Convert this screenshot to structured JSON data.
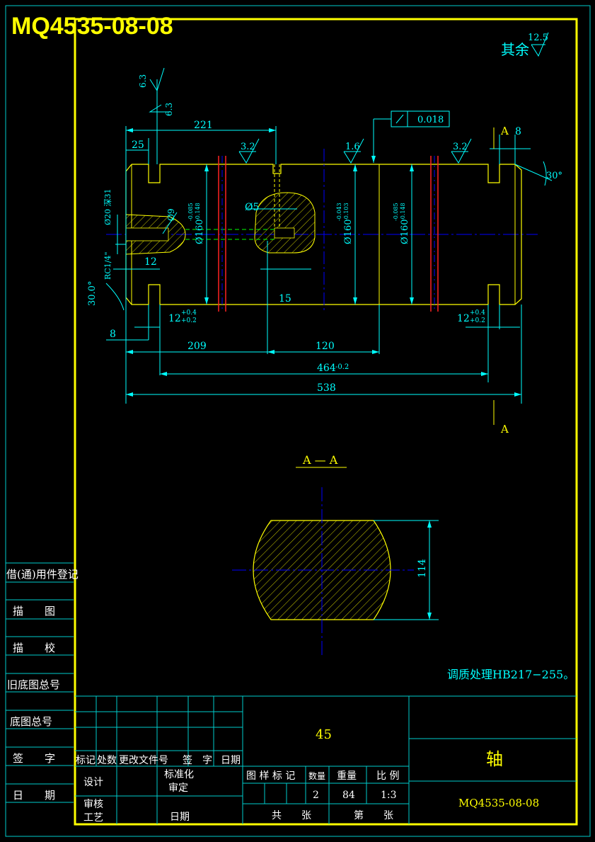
{
  "header": {
    "title": "MQ4535-08-08"
  },
  "notes": {
    "roughness_other": "其余",
    "roughness_other_value": "12.5",
    "heat_treatment": "调质处理HB217−255。"
  },
  "section": {
    "label": "A — A",
    "cut_letter": "A",
    "height_dim": "114"
  },
  "dims": {
    "d221": "221",
    "d25": "25",
    "d8_left": "8",
    "d12": "12",
    "d209": "209",
    "d120": "120",
    "d464": "464",
    "d464_tol": "-0.2",
    "d538": "538",
    "d15": "15",
    "d8_right": "8",
    "d12_groove": "12",
    "tol_plus": "+0.4",
    "tol_minus": "+0.2",
    "phi160": "Ø160",
    "phi160_tol_a": "-0.085",
    "phi160_tol_b": "-0.148",
    "phi160_mid_tol_a": "-0.043",
    "phi160_mid_tol_b": "-0.103",
    "phi9": "Ø9",
    "phi95": "Ø5",
    "phi20": "Ø20 深31",
    "rc": "RC1/4\"",
    "angle30": "30.0°",
    "angle30r": "30°",
    "rough_63a": "6.3",
    "rough_63b": "6.3",
    "rough_32a": "3.2",
    "rough_16": "1.6",
    "rough_32b": "3.2",
    "tol_frame": "0.018"
  },
  "left_strip": {
    "items": [
      "借(通)用件登记",
      "描　　图",
      "描　　校",
      "旧底图总号",
      "底图总号",
      "签　　字",
      "日　　期"
    ]
  },
  "title_block": {
    "material": "45",
    "part_name": "轴",
    "drawing_no": "MQ4535-08-08",
    "rev_headers": [
      "标记",
      "处数",
      "更改文件号",
      "签　字",
      "日期"
    ],
    "design": "设计",
    "standardize": "标准化",
    "approve": "审定",
    "check": "审核",
    "process": "工艺",
    "date": "日期",
    "stage_mark": "图 样 标 记",
    "weight_label": "重量",
    "qty_label": "数量",
    "scale_label": "比 例",
    "qty": "2",
    "weight": "84",
    "scale": "1:3",
    "sheets_total": "共　　张",
    "sheet_no": "第　　张"
  }
}
